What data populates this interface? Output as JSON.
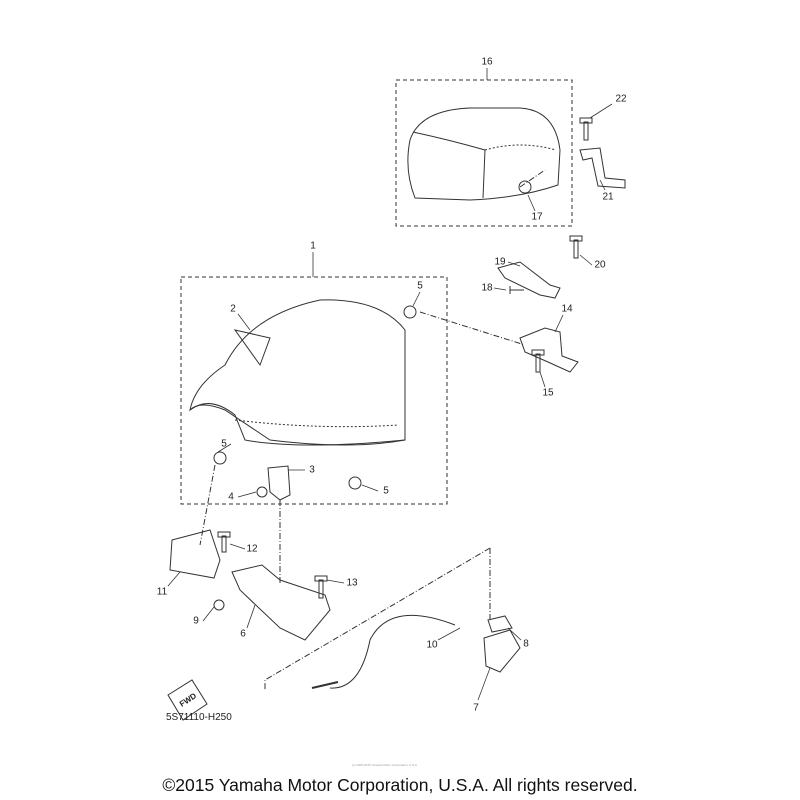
{
  "diagram_code": "5S71110-H250",
  "fwd_label": "FWD",
  "copyright": "©2015 Yamaha Motor Corporation, U.S.A. All rights reserved.",
  "watermark": "(c) 2005-2015 Yamaha Motor Corporation, U.S.A.",
  "callouts": [
    "16",
    "22",
    "21",
    "17",
    "19",
    "20",
    "18",
    "1",
    "2",
    "5",
    "14",
    "15",
    "5",
    "3",
    "4",
    "5",
    "12",
    "13",
    "11",
    "9",
    "6",
    "10",
    "8",
    "7"
  ]
}
